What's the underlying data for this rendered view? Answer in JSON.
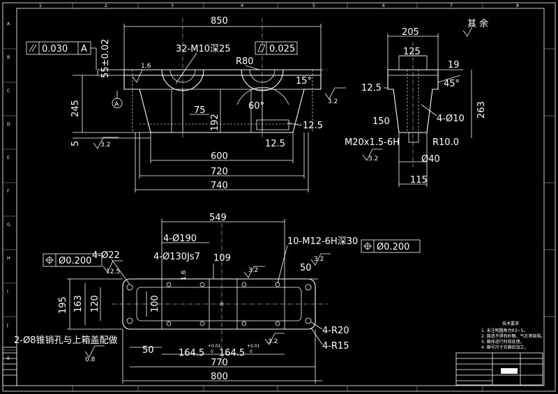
{
  "zone_numbers": [
    "1",
    "2",
    "3",
    "4",
    "5",
    "6",
    "7",
    "8"
  ],
  "zone_letters": [
    "A",
    "B",
    "C",
    "D",
    "E",
    "F",
    "G",
    "H",
    "I",
    "J",
    "K"
  ],
  "front_view": {
    "dim_850": "850",
    "dim_600": "600",
    "dim_720": "720",
    "dim_740": "740",
    "dim_55": "55±0.02",
    "dim_245": "245",
    "dim_5": "5",
    "dim_75": "75",
    "dim_192": "192",
    "dim_12_5_a": "12.5",
    "dim_12_5_b": "12.5",
    "r80": "R80",
    "ang_15": "15°",
    "ang_60": "60°",
    "rough_1_6": "1.6",
    "rough_3_2_a": "3.2",
    "rough_3_2_b": "3.2",
    "datum_a": "A",
    "thread_note": "32-M10深25",
    "fcf_parallel_val": "0.030",
    "fcf_parallel_ref": "A",
    "fcf_flat_val": "0.025"
  },
  "side_view": {
    "title": "其 余",
    "dim_205": "205",
    "dim_125": "125",
    "dim_19": "19",
    "dim_12_5": "12.5",
    "ang_45": "45°",
    "dim_263": "263",
    "dim_150": "150",
    "dim_4_d10": "4-Ø10",
    "thread": "M20x1.5-6H",
    "r10": "R10.0",
    "rough_3_2": "3.2",
    "dim_d40": "Ø40",
    "dim_115": "115"
  },
  "plan_view": {
    "dim_549": "549",
    "dim_4_d190": "4-Ø190",
    "dim_4_d130": "4-Ø130Js7",
    "dim_109": "109",
    "dim_4_d22": "4-Ø22",
    "dim_10_m12": "10-M12-6H深30",
    "pos_val_left": "Ø0.200",
    "pos_val_right": "Ø0.200",
    "rough_12_5": "12.5",
    "rough_1_6": "1.6",
    "rough_3_2_a": "3.2",
    "rough_3_2_b": "3.2",
    "rough_3_2_c": "3.2",
    "dim_50_top": "50",
    "dim_195": "195",
    "dim_163": "163",
    "dim_120": "120",
    "dim_100": "100",
    "r20": "4-R20",
    "r15": "4-R15",
    "dim_164_a": "164.5",
    "tol_a": "+0.01",
    "tol_a0": "0",
    "dim_164_b": "164.5",
    "tol_b": "+0.01",
    "tol_b0": "0",
    "dim_50_bottom": "50",
    "dim_770": "770",
    "dim_800": "800",
    "pin_note": "2-Ø8锥销孔与上箱盖配做",
    "rough_0_8": "0.8"
  },
  "tech_notes": {
    "title": "技术要求",
    "lines": [
      "1. 未注明圆角为R3~5。",
      "2. 铸造不得有砂眼、气孔等缺陷。",
      "3. 箱体进行时效处理。",
      "4. 箱号尺寸合箱后加工。"
    ]
  }
}
